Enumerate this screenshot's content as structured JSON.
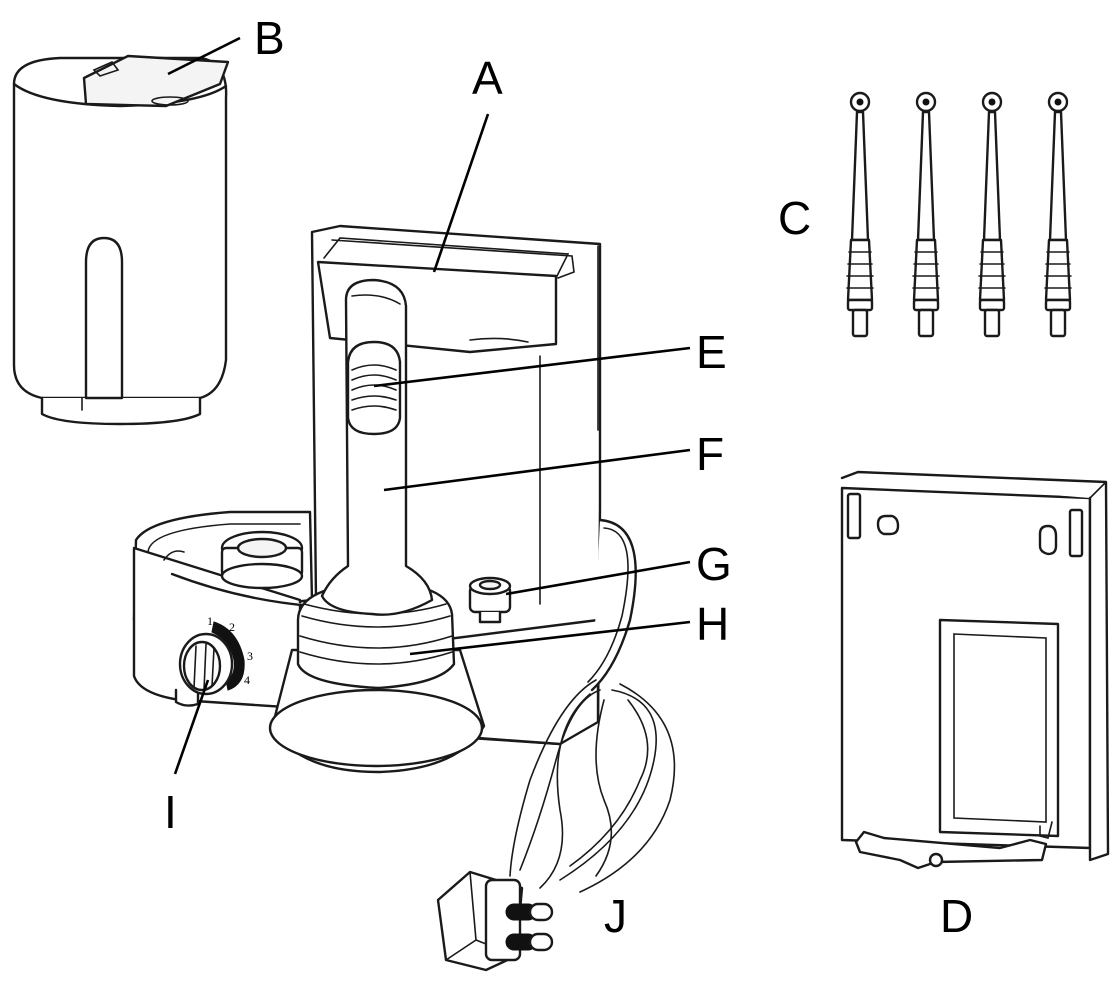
{
  "labels": {
    "A": "A",
    "B": "B",
    "C": "C",
    "D": "D",
    "E": "E",
    "F": "F",
    "G": "G",
    "H": "H",
    "I": "I",
    "J": "J"
  },
  "dial": {
    "settings": [
      "1",
      "2",
      "3",
      "4"
    ]
  }
}
